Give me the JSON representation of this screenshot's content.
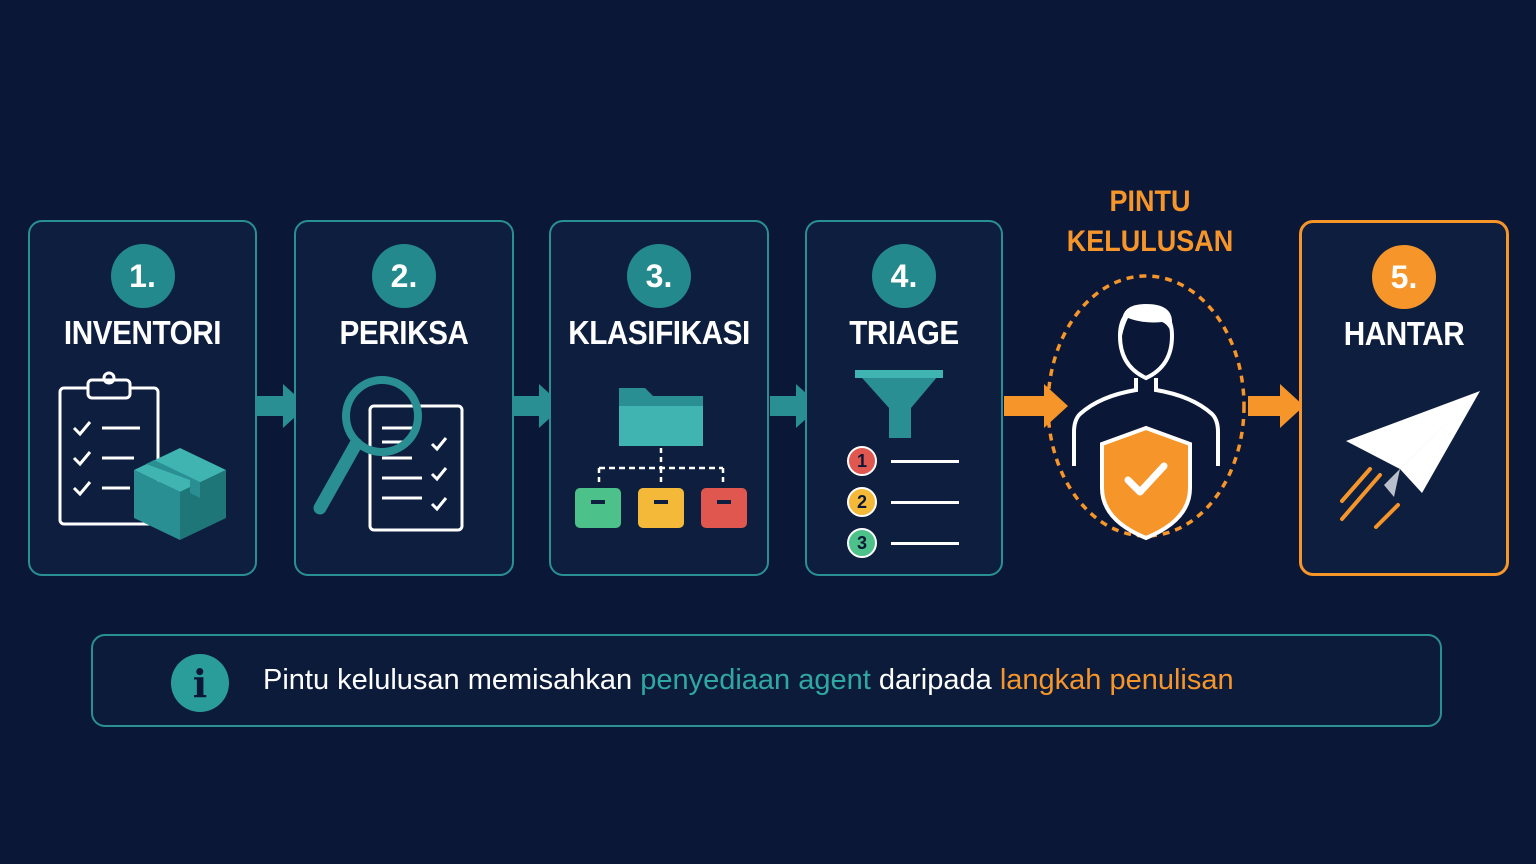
{
  "steps": [
    {
      "number": "1.",
      "label": "INVENTORI",
      "icon": "clipboard-box-icon"
    },
    {
      "number": "2.",
      "label": "PERIKSA",
      "icon": "magnifier-checklist-icon"
    },
    {
      "number": "3.",
      "label": "KLASIFIKASI",
      "icon": "folder-hierarchy-icon"
    },
    {
      "number": "4.",
      "label": "TRIAGE",
      "icon": "funnel-priority-icon"
    },
    {
      "number": "5.",
      "label": "HANTAR",
      "icon": "paper-plane-icon"
    }
  ],
  "gate": {
    "title_line1": "PINTU",
    "title_line2": "KELULUSAN",
    "icon": "person-shield-check-icon"
  },
  "triage_priorities": [
    "1",
    "2",
    "3"
  ],
  "info": {
    "icon": "info-icon",
    "text_part1": "Pintu kelulusan memisahkan ",
    "highlight1": "penyediaan agent",
    "text_part2": " daripada ",
    "highlight2": "langkah penulisan"
  },
  "colors": {
    "background": "#0b1736",
    "teal": "#2a8f93",
    "orange": "#f5952a",
    "green": "#4cc28a",
    "yellow": "#f5b93a",
    "red": "#e0574f"
  }
}
